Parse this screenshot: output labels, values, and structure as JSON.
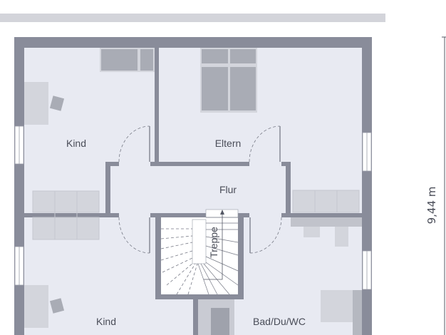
{
  "plan": {
    "rooms": {
      "kind_top": "Kind",
      "eltern": "Eltern",
      "flur": "Flur",
      "treppe": "Treppe",
      "kind_bottom": "Kind",
      "bad": "Bad/Du/WC"
    },
    "dimension_height": "9,44 m"
  },
  "colors": {
    "wall": "#898c9a",
    "floor": "#e8eaf2",
    "furniture": "#a9acb5",
    "top_bar": "#d3d4da"
  }
}
